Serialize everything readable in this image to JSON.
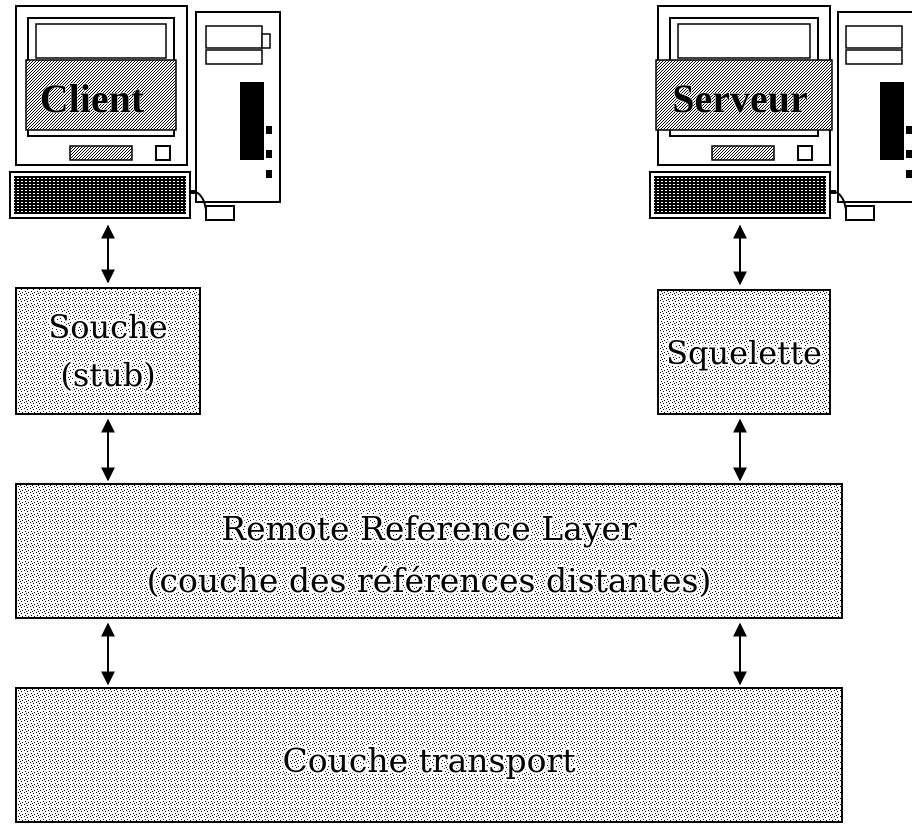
{
  "computers": {
    "client_label": "Client",
    "server_label": "Serveur"
  },
  "boxes": {
    "stub_line1": "Souche",
    "stub_line2": "(stub)",
    "skeleton": "Squelette",
    "rrl_line1": "Remote Reference Layer",
    "rrl_line2": "(couche des références distantes)",
    "transport": "Couche transport"
  }
}
